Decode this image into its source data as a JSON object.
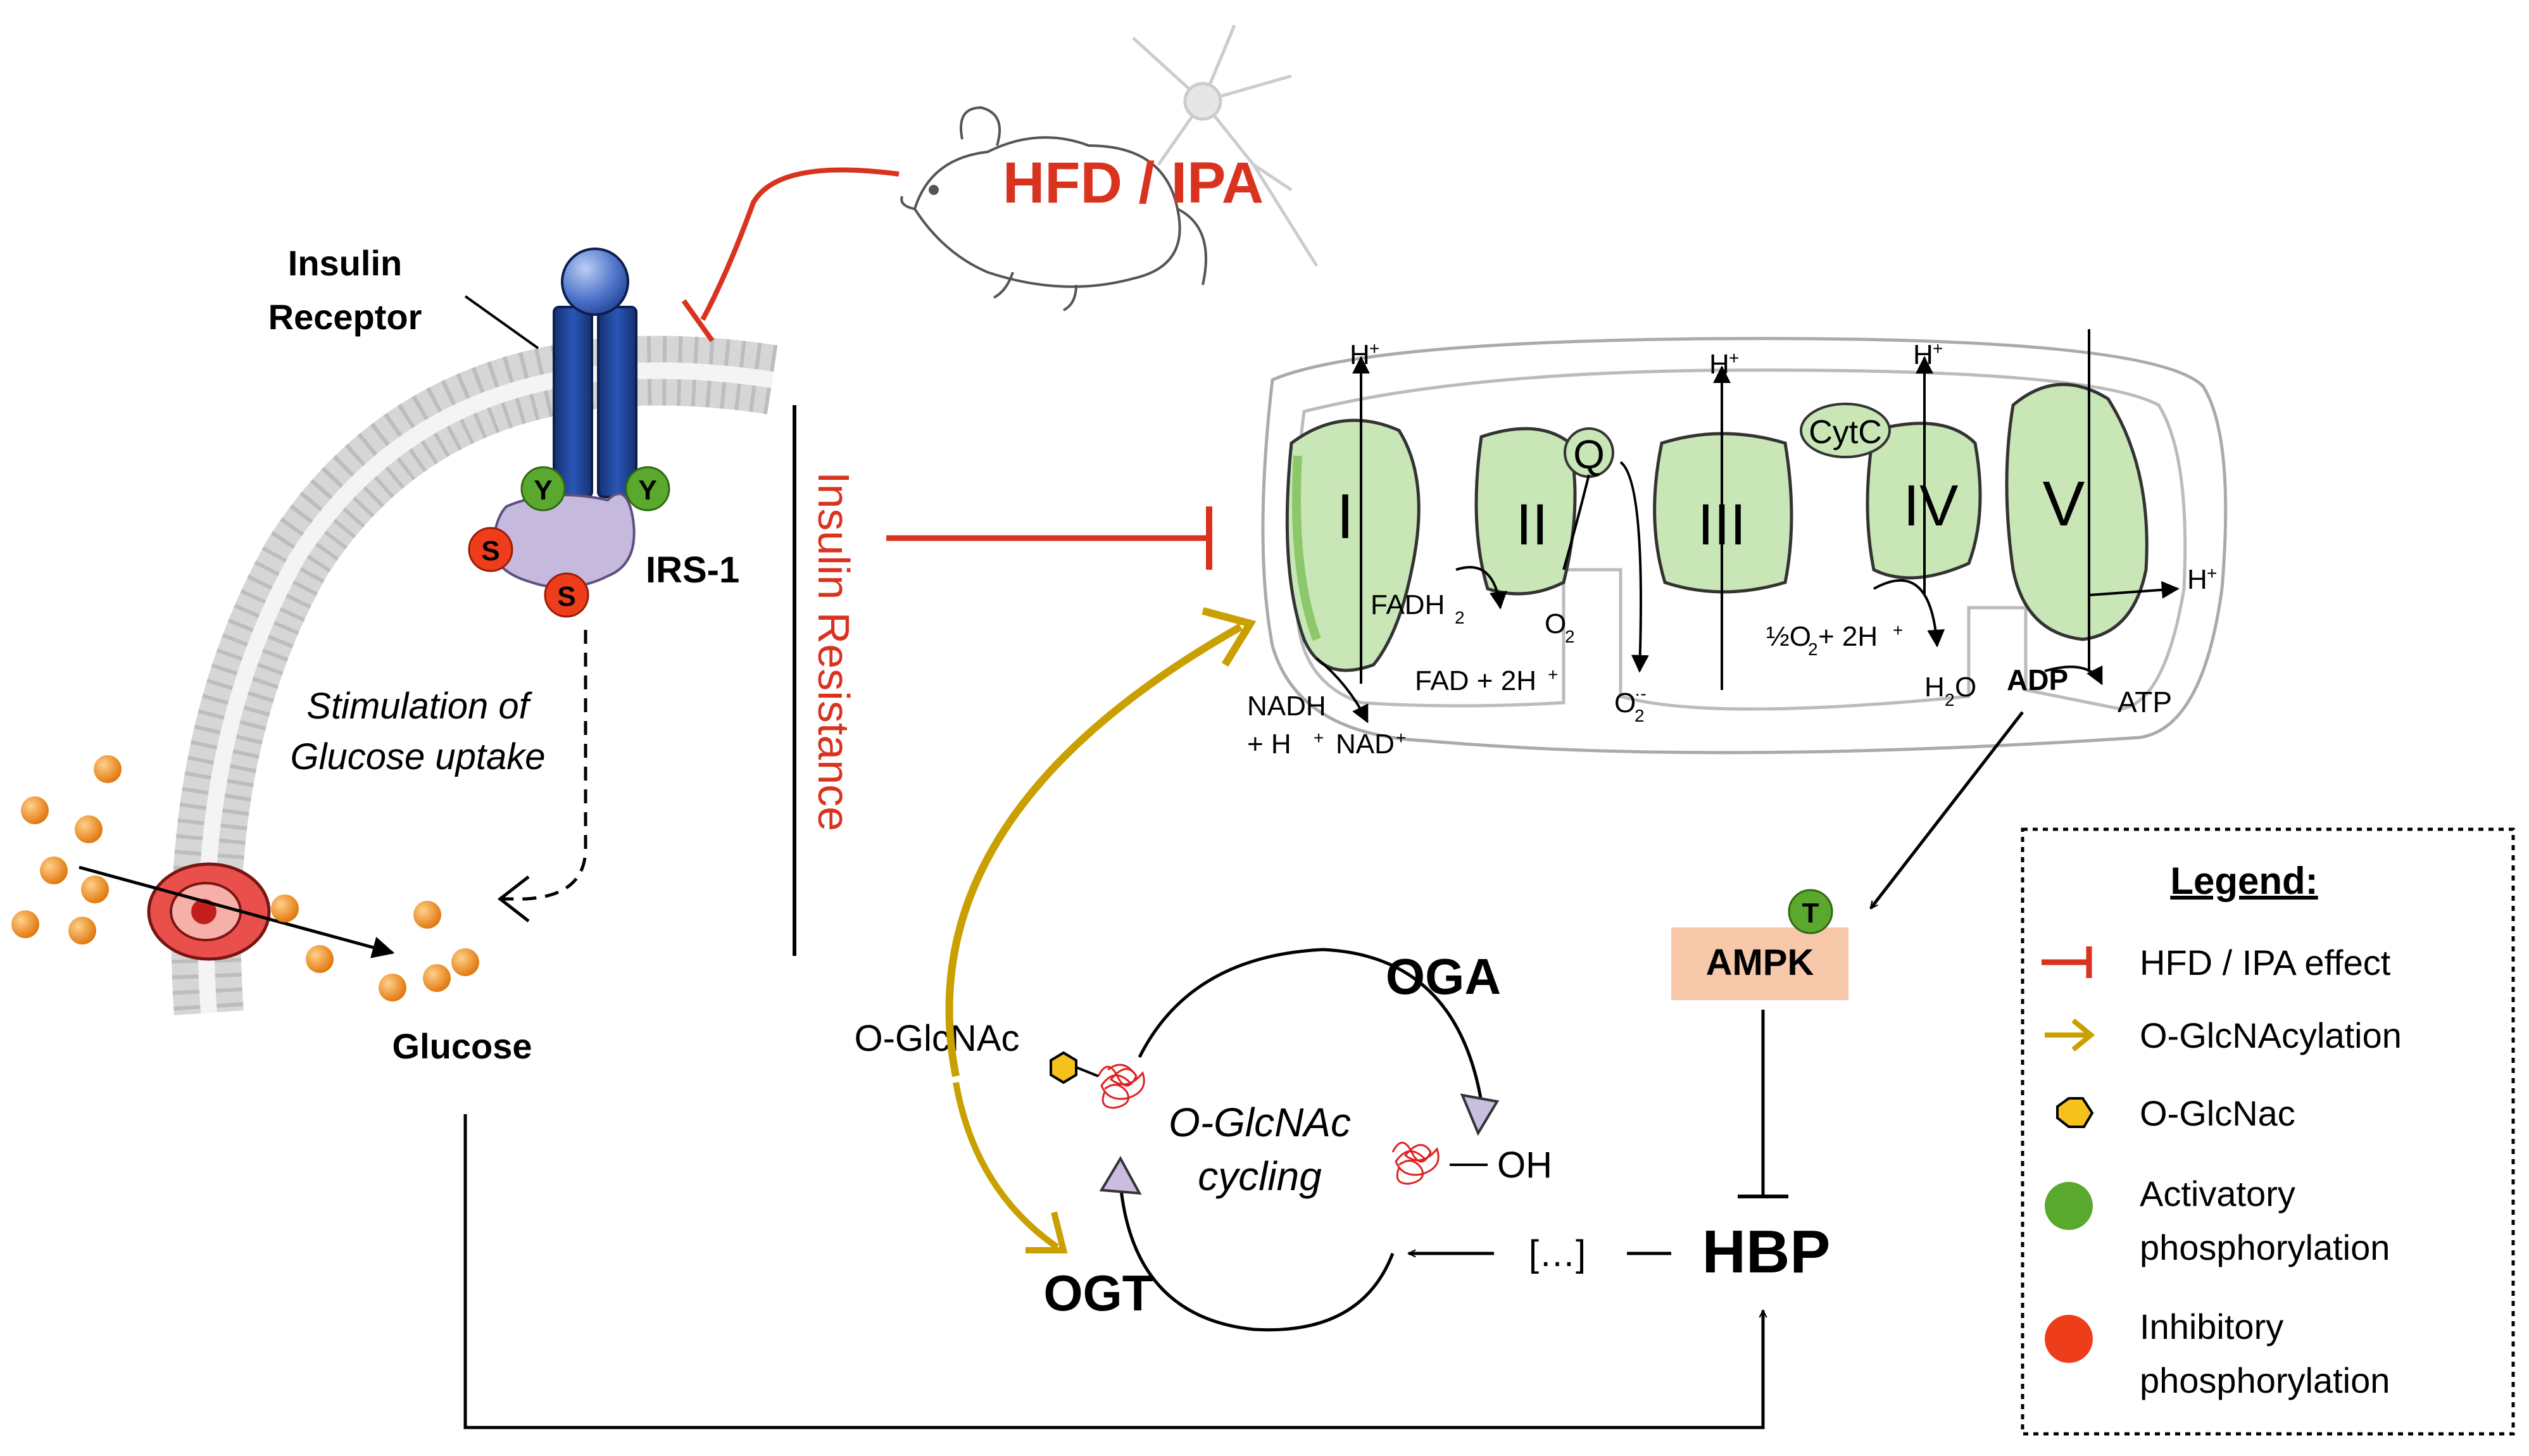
{
  "labels": {
    "insulin_receptor": [
      "Insulin",
      "Receptor"
    ],
    "irs1": "IRS-1",
    "tyr": "Y",
    "ser": "S",
    "thr": "T",
    "stimulation": [
      "Stimulation of",
      "Glucose uptake"
    ],
    "glucose": "Glucose",
    "hfd_ipa": "HFD / IPA",
    "insulin_resistance": "Insulin Resistance",
    "complex_I": "I",
    "complex_II": "II",
    "complex_III": "III",
    "complex_IV": "IV",
    "complex_V": "V",
    "q": "Q",
    "cytc": "CytC",
    "h_plus": "H",
    "plus": "+",
    "fadh2": "FADH",
    "sub2": "2",
    "fad": "FAD + 2H",
    "o2": "O",
    "superoxide_sup": "·-",
    "nadh": "NADH",
    "nadh_h": "+ H",
    "nad": "NAD",
    "half_o2": "½O",
    "half_o2_tail": " + 2H",
    "h2o_h": "H",
    "h2o_o": "O",
    "adp": "ADP",
    "atp": "ATP",
    "ampk": "AMPK",
    "hbp": "HBP",
    "ellipsis": "[…]",
    "oga": "OGA",
    "ogt": "OGT",
    "o_glcnac": "O-GlcNAc",
    "cycling": [
      "O-GlcNAc",
      "cycling"
    ],
    "oh": "OH"
  },
  "legend": {
    "title": "Legend:",
    "items": [
      {
        "label": [
          "HFD / IPA effect"
        ],
        "icon": "inhibition-bar-icon"
      },
      {
        "label": [
          "O-GlcNAcylation"
        ],
        "icon": "gold-arrow-icon"
      },
      {
        "label": [
          "O-GlcNac"
        ],
        "icon": "hexagon-icon"
      },
      {
        "label": [
          "Activatory",
          "phosphorylation"
        ],
        "icon": "green-dot-icon"
      },
      {
        "label": [
          "Inhibitory",
          "phosphorylation"
        ],
        "icon": "red-dot-icon"
      }
    ]
  },
  "colors": {
    "red": "#d9331f",
    "gold": "#c9a000",
    "green_phospho": "#5aa92e",
    "red_phospho": "#ee3d1a",
    "complex_fill": "#c9e6b6",
    "complex_dark": "#8cc76a",
    "ampk_box": "#f7c8a9",
    "receptor": "#1f3f8f",
    "irs_purple": "#c9bde0",
    "glucose": "#f08a1a"
  }
}
